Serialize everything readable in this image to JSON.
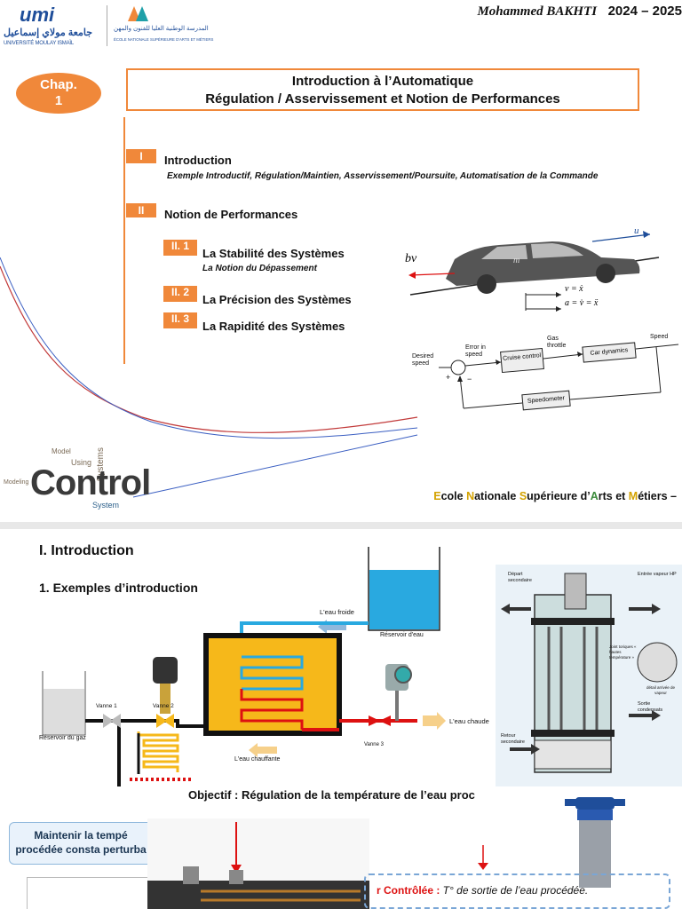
{
  "header": {
    "author": "Mohammed BAKHTI",
    "year": "2024 – 2025",
    "logo1_arabic": "جامعة مولاي إسماعيل",
    "logo1_latin": "UNIVERSITÉ MOULAY ISMAÏL",
    "logo1_mark": "umi",
    "logo2_arabic": "المدرسة الوطنية العليا للفنون والمهن",
    "logo2_latin": "ÉCOLE NATIONALE SUPÉRIEURE D'ARTS ET MÉTIERS"
  },
  "chapter": {
    "label": "Chap.",
    "number": "1"
  },
  "title": {
    "line1": "Introduction à l’Automatique",
    "line2": "Régulation / Asservissement et Notion de Performances"
  },
  "outline": {
    "sec1_num": "I",
    "sec1_title": "Introduction",
    "sec1_sub": "Exemple Introductif, Régulation/Maintien, Asservissement/Poursuite, Automatisation de la Commande",
    "sec2_num": "II",
    "sec2_title": "Notion de Performances",
    "items": [
      {
        "num": "II. 1",
        "title": "La Stabilité des Systèmes",
        "sub": "La Notion du Dépassement"
      },
      {
        "num": "II. 2",
        "title": "La Précision des Systèmes",
        "sub": ""
      },
      {
        "num": "II. 3",
        "title": "La Rapidité des Systèmes",
        "sub": ""
      }
    ]
  },
  "car_diagram": {
    "bv": "bv",
    "u": "u",
    "m": "m",
    "eq1": "v = ẋ",
    "eq2": "a = v̇ = ẍ"
  },
  "block_diagram": {
    "desired_speed": "Desired speed",
    "error_in_speed": "Error in speed",
    "gas_throttle": "Gas throttle",
    "speed": "Speed",
    "cruise_control": "Cruise control",
    "car_dynamics": "Car dynamics",
    "speedometer": "Speedometer",
    "plus": "+",
    "minus": "−"
  },
  "wordcloud": {
    "main": "Control",
    "words": [
      "Model",
      "Using",
      "Systems",
      "Modeling",
      "System"
    ]
  },
  "footer_school": {
    "E": "E",
    "cole": "cole ",
    "N": "N",
    "ationale": "ationale ",
    "S": "S",
    "uperieure": "upérieure d’",
    "A": "A",
    "rts": "rts et ",
    "M": "M",
    "etiers": "étiers –"
  },
  "slide2": {
    "title": "I. Introduction",
    "subtitle": "1. Exemples d’introduction",
    "labels": {
      "eau_froide": "L'eau froide",
      "reservoir_eau": "Réservoir d'eau",
      "vanne1": "Vanne 1",
      "vanne2": "Vanne 2",
      "vanne3": "Vanne 3",
      "reservoir_gaz": "Réservoir du gaz",
      "eau_chaude": "L'eau chaude",
      "eau_chauffante": "L'eau chauffante"
    },
    "exchanger_labels": {
      "depart": "Départ secondaire",
      "entree": "Entrée vapeur HP",
      "joint": "Joint toriques « hautes température »",
      "detail": "détail arrivée de vapeur",
      "sortie": "Sortie condensats",
      "retour": "Retour secondaire"
    },
    "objectif_label": "Objectif :",
    "objectif_text": " Régulation de la température de l’eau proc",
    "bluebox": "Maintenir la tempé procédée consta perturba",
    "controlled_label": "r Contrôlée :",
    "controlled_text": " T° de sortie de l’eau procédée."
  },
  "colors": {
    "accent": "#f0883a",
    "tank_water": "#29a9e0",
    "heater": "#f6b81a"
  }
}
